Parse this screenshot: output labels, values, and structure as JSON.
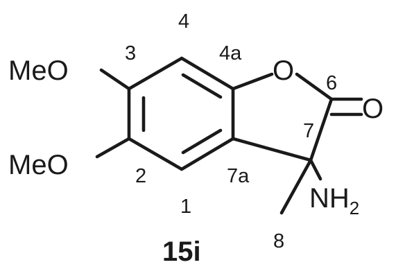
{
  "molecule": {
    "compound_id": "15i",
    "atoms": {
      "meo_top": "MeO",
      "meo_bottom": "MeO",
      "ring_oxygen": "O",
      "carbonyl_oxygen": "O",
      "amine_n": "NH",
      "amine_sub": "2"
    },
    "locants": {
      "c1": "1",
      "c2": "2",
      "c3": "3",
      "c4": "4",
      "c4a": "4a",
      "c6": "6",
      "c7": "7",
      "c7a": "7a",
      "c8": "8"
    },
    "colors": {
      "ink": "#1a1a1a",
      "background": "#ffffff"
    }
  }
}
